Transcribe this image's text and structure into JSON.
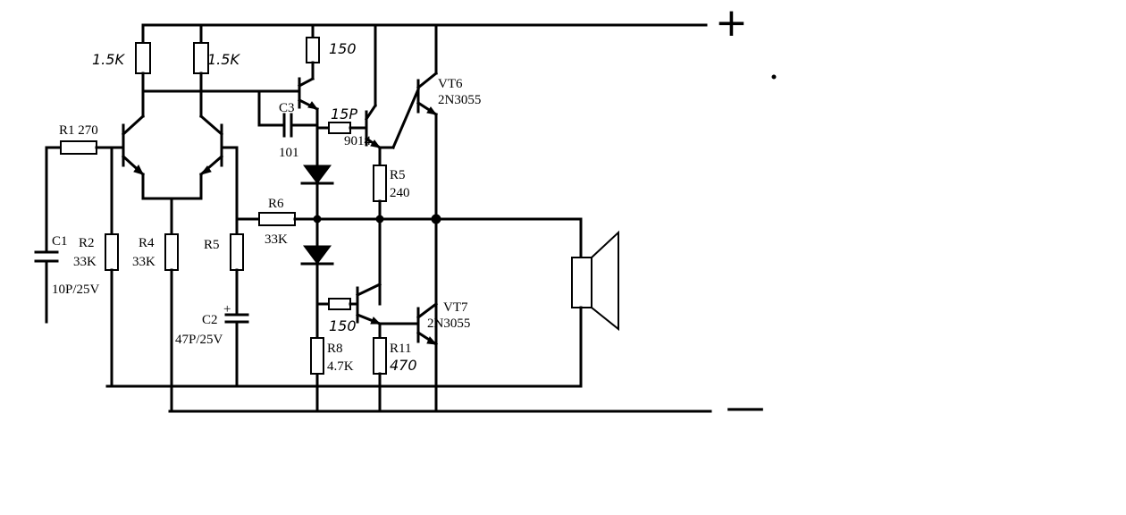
{
  "rails": {
    "positive": "+",
    "negative": "—"
  },
  "labels": {
    "r_top1": "1.5K",
    "r_top2": "1.5K",
    "r_top3": "150",
    "r1": "R1 270",
    "c1_name": "C1",
    "c1_val": "10P/25V",
    "r2_name": "R2",
    "r2_val": "33K",
    "r4_name": "R4",
    "r4_val": "33K",
    "r5l_name": "R5",
    "c2_name": "C2",
    "c2_val": "47P/25V",
    "c2_plus": "+",
    "c3_name": "C3",
    "c3_val": "101",
    "r6_name": "R6",
    "r6_val": "33K",
    "r_small_top": "15P",
    "q_driver": "9014",
    "r5r_name": "R5",
    "r5r_val": "240",
    "vt6_name": "VT6",
    "vt6_part": "2N3055",
    "r_small_bot": "150",
    "vt7_name": "VT7",
    "vt7_part": "2N3055",
    "r8_name": "R8",
    "r8_val": "4.7K",
    "r11_name": "R11",
    "r11_val": "470"
  }
}
